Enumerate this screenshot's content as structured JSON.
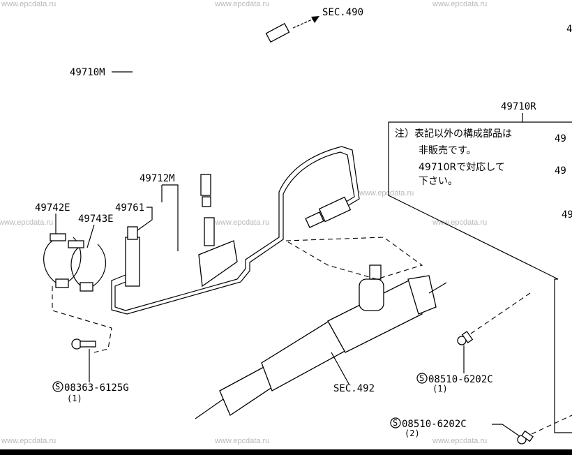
{
  "watermark": "www.epcdata.ru",
  "labels": {
    "sec490": "SEC.490",
    "hose_49710M": "49710M",
    "tube_49712M": "49712M",
    "part_49761": "49761",
    "clamp_49742E": "49742E",
    "clamp_49743E": "49743E",
    "assy_49710R": "49710R",
    "sec492": "SEC.492",
    "bolt1": "08363-6125G",
    "bolt1_qty": "(1)",
    "bolt2": "08510-6202C",
    "bolt2_qty": "(1)",
    "bolt3": "08510-6202C",
    "bolt3_qty": "(2)",
    "std_mark": "S",
    "edge_a": "49",
    "edge_b": "49",
    "edge_c": "49",
    "edge_d": "4"
  },
  "note": {
    "line1": "注）表記以外の構成部品は",
    "line2": "非販売です。",
    "line3": "49710Rで対応して",
    "line4": "下さい。"
  }
}
